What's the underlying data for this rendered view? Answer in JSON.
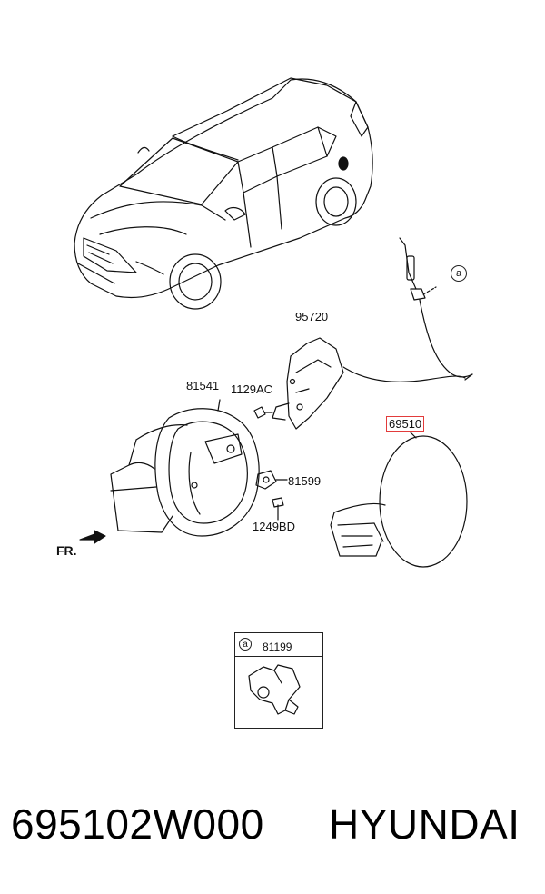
{
  "labels": {
    "p95720": "95720",
    "p81541": "81541",
    "p1129AC": "1129AC",
    "p69510": "69510",
    "p81599": "81599",
    "p1249BD": "1249BD",
    "p81199": "81199",
    "fr": "FR."
  },
  "callout_marker": "a",
  "footer": {
    "part_number": "695102W000",
    "brand": "HYUNDAI"
  },
  "highlight_color": "#e23b3b"
}
